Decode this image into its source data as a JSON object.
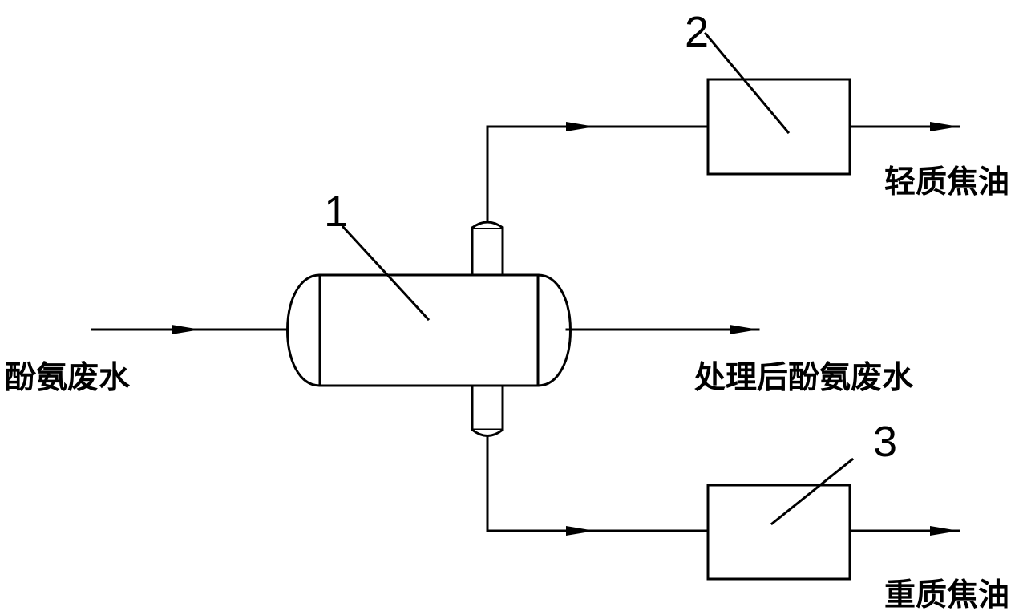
{
  "labels": {
    "inlet": "酚氨废水",
    "outlet_treated": "处理后酚氨废水",
    "light_oil": "轻质焦油",
    "heavy_oil": "重质焦油"
  },
  "callouts": {
    "separator": "1",
    "light_oil_tank": "2",
    "heavy_oil_tank": "3"
  },
  "colors": {
    "line": "#000000",
    "background": "#ffffff"
  }
}
